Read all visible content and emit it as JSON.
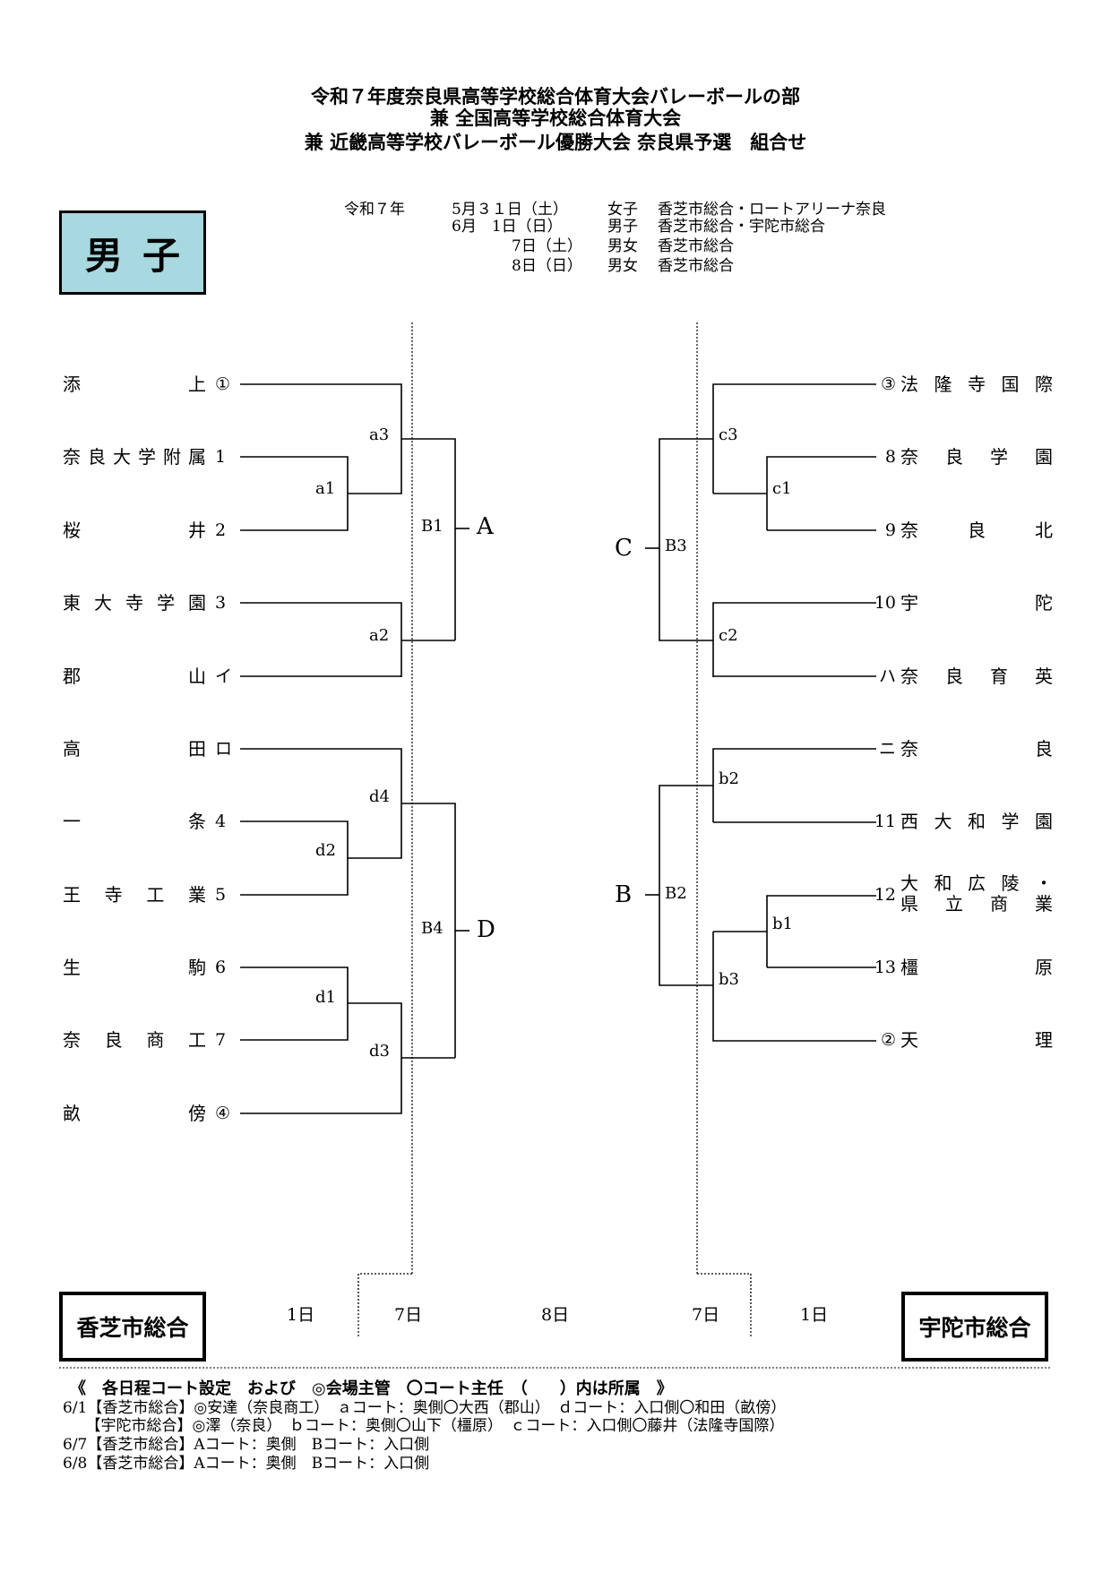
{
  "titles": [
    "令和７年度奈良県高等学校総合体育大会バレーボールの部",
    "兼 全国高等学校総合体育大会",
    "兼 近畿高等学校バレーボール優勝大会 奈良県予選　組合せ"
  ],
  "schedule": {
    "era": "令和７年",
    "rows": [
      {
        "date": "5月３１日（土）",
        "gender": "女子",
        "venue": "香芝市総合・ロートアリーナ奈良"
      },
      {
        "date": "6月　1日（日）",
        "gender": "男子",
        "venue": "香芝市総合・宇陀市総合"
      },
      {
        "date": "7日（土）",
        "gender": "男女",
        "venue": "香芝市総合"
      },
      {
        "date": "8日（日）",
        "gender": "男女",
        "venue": "香芝市総合"
      }
    ]
  },
  "category_label": "男子",
  "left_teams": [
    {
      "name": "添上",
      "seed": "①"
    },
    {
      "name": "奈良大学附属",
      "seed": "1"
    },
    {
      "name": "桜井",
      "seed": "2"
    },
    {
      "name": "東大寺学園",
      "seed": "3"
    },
    {
      "name": "郡山",
      "seed": "イ"
    },
    {
      "name": "高田",
      "seed": "ロ"
    },
    {
      "name": "一条",
      "seed": "4"
    },
    {
      "name": "王寺工業",
      "seed": "5"
    },
    {
      "name": "生駒",
      "seed": "6"
    },
    {
      "name": "奈良商工",
      "seed": "7"
    },
    {
      "name": "畝傍",
      "seed": "④"
    }
  ],
  "right_teams": [
    {
      "name": "法隆寺国際",
      "seed": "③"
    },
    {
      "name": "奈良学園",
      "seed": "8"
    },
    {
      "name": "奈良北",
      "seed": "9"
    },
    {
      "name": "宇陀",
      "seed": "10"
    },
    {
      "name": "奈良育英",
      "seed": "ハ"
    },
    {
      "name": "奈良",
      "seed": "ニ"
    },
    {
      "name": "西大和学園",
      "seed": "11"
    },
    {
      "name1": "大和広陵・",
      "name2": "県立商業",
      "seed": "12"
    },
    {
      "name": "橿原",
      "seed": "13"
    },
    {
      "name": "天理",
      "seed": "②"
    }
  ],
  "match_labels": {
    "a1": "a1",
    "a2": "a2",
    "a3": "a3",
    "B1": "B1",
    "d1": "d1",
    "d2": "d2",
    "d3": "d3",
    "d4": "d4",
    "B4": "B4",
    "c1": "c1",
    "c2": "c2",
    "c3": "c3",
    "B3": "B3",
    "b1": "b1",
    "b2": "b2",
    "b3": "b3",
    "B2": "B2"
  },
  "block_labels": {
    "A": "A",
    "D": "D",
    "C": "C",
    "B": "B"
  },
  "venues": {
    "left": "香芝市総合",
    "right": "宇陀市総合"
  },
  "days": {
    "l1": "1日",
    "l7": "7日",
    "c8": "8日",
    "r7": "7日",
    "r1": "1日"
  },
  "notes": {
    "heading": "《　各日程コート設定　および　◎会場主管　〇コート主任　（　　）内は所属　》",
    "lines": [
      "6/1【香芝市総合】◎安達（奈良商工）　ａコート：奥側〇大西（郡山）　ｄコート：入口側〇和田（畝傍）",
      "　　【宇陀市総合】◎澤（奈良）　ｂコート：奥側〇山下（橿原）　ｃコート：入口側〇藤井（法隆寺国際）",
      "6/7【香芝市総合】Aコート：奥側　Bコート：入口側",
      "6/8【香芝市総合】Aコート：奥側　Bコート：入口側"
    ]
  }
}
